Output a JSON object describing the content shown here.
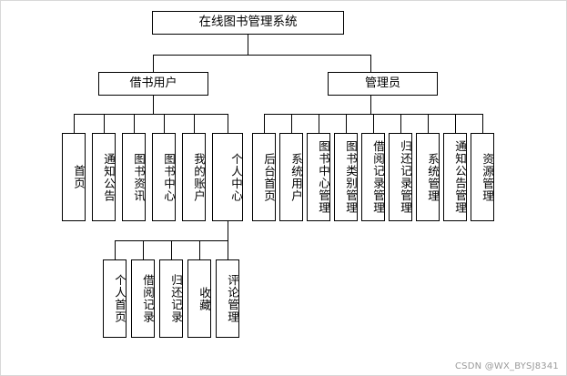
{
  "diagram": {
    "type": "tree-hierarchy",
    "root": {
      "label": "在线图书管理系统"
    },
    "branches": [
      {
        "label": "借书用户",
        "children": [
          {
            "label": "首页"
          },
          {
            "label": "通知公告"
          },
          {
            "label": "图书资讯"
          },
          {
            "label": "图书中心"
          },
          {
            "label": "我的账户"
          },
          {
            "label": "个人中心",
            "children": [
              {
                "label": "个人首页"
              },
              {
                "label": "借阅记录"
              },
              {
                "label": "归还记录"
              },
              {
                "label": "收藏"
              },
              {
                "label": "评论管理"
              }
            ]
          }
        ]
      },
      {
        "label": "管理员",
        "children": [
          {
            "label": "后台首页"
          },
          {
            "label": "系统用户"
          },
          {
            "label": "图书中心管理"
          },
          {
            "label": "图书类别管理"
          },
          {
            "label": "借阅记录管理"
          },
          {
            "label": "归还记录管理"
          },
          {
            "label": "系统管理"
          },
          {
            "label": "通知公告管理"
          },
          {
            "label": "资源管理"
          }
        ]
      }
    ]
  },
  "watermark": "CSDN @WX_BYSJ8341"
}
